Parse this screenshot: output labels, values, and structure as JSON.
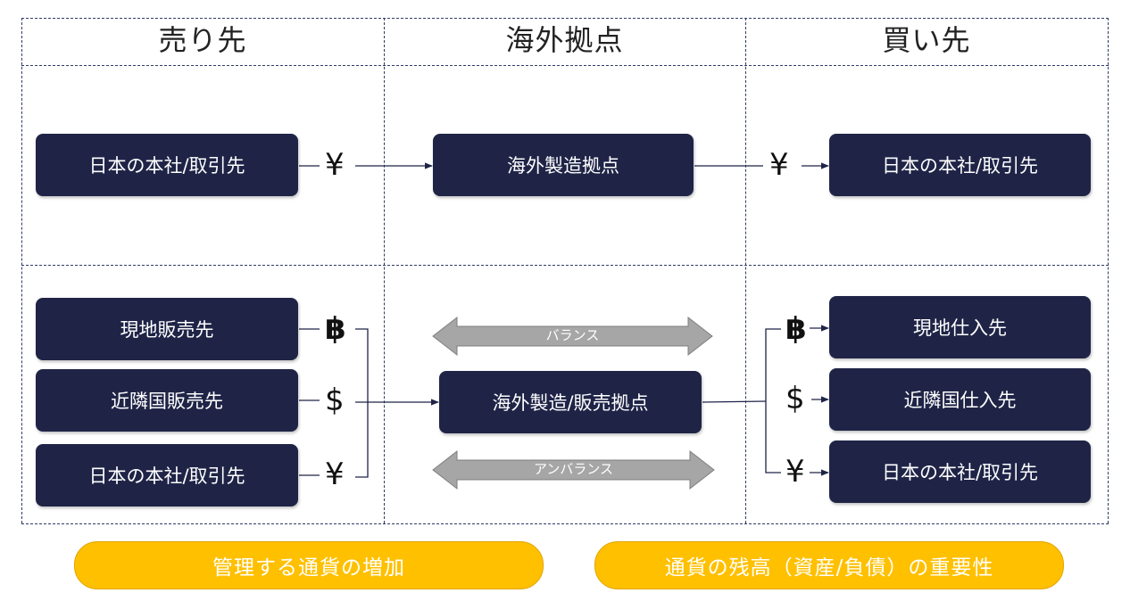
{
  "columns": {
    "sell": "売り先",
    "overseas": "海外拠点",
    "buy": "買い先"
  },
  "top_row": {
    "seller": "日本の本社/取引先",
    "seller_currency": "¥",
    "hub": "海外製造拠点",
    "buyer_currency": "¥",
    "buyer": "日本の本社/取引先"
  },
  "bottom_row": {
    "sellers": [
      {
        "label": "現地販売先",
        "currency": "฿"
      },
      {
        "label": "近隣国販売先",
        "currency": "$"
      },
      {
        "label": "日本の本社/取引先",
        "currency": "¥"
      }
    ],
    "hub": "海外製造/販売拠点",
    "balance_label": "バランス",
    "imbalance_label": "アンバランス",
    "buyers": [
      {
        "label": "現地仕入先",
        "currency": "฿"
      },
      {
        "label": "近隣国仕入先",
        "currency": "$"
      },
      {
        "label": "日本の本社/取引先",
        "currency": "¥"
      }
    ]
  },
  "footer": {
    "left": "管理する通貨の増加",
    "right": "通貨の残高（資産/負債）の重要性"
  },
  "colors": {
    "box": "#1f2447",
    "pill": "#ffc000",
    "arrow": "#a6a6a6",
    "grid": "#2e3b66"
  }
}
